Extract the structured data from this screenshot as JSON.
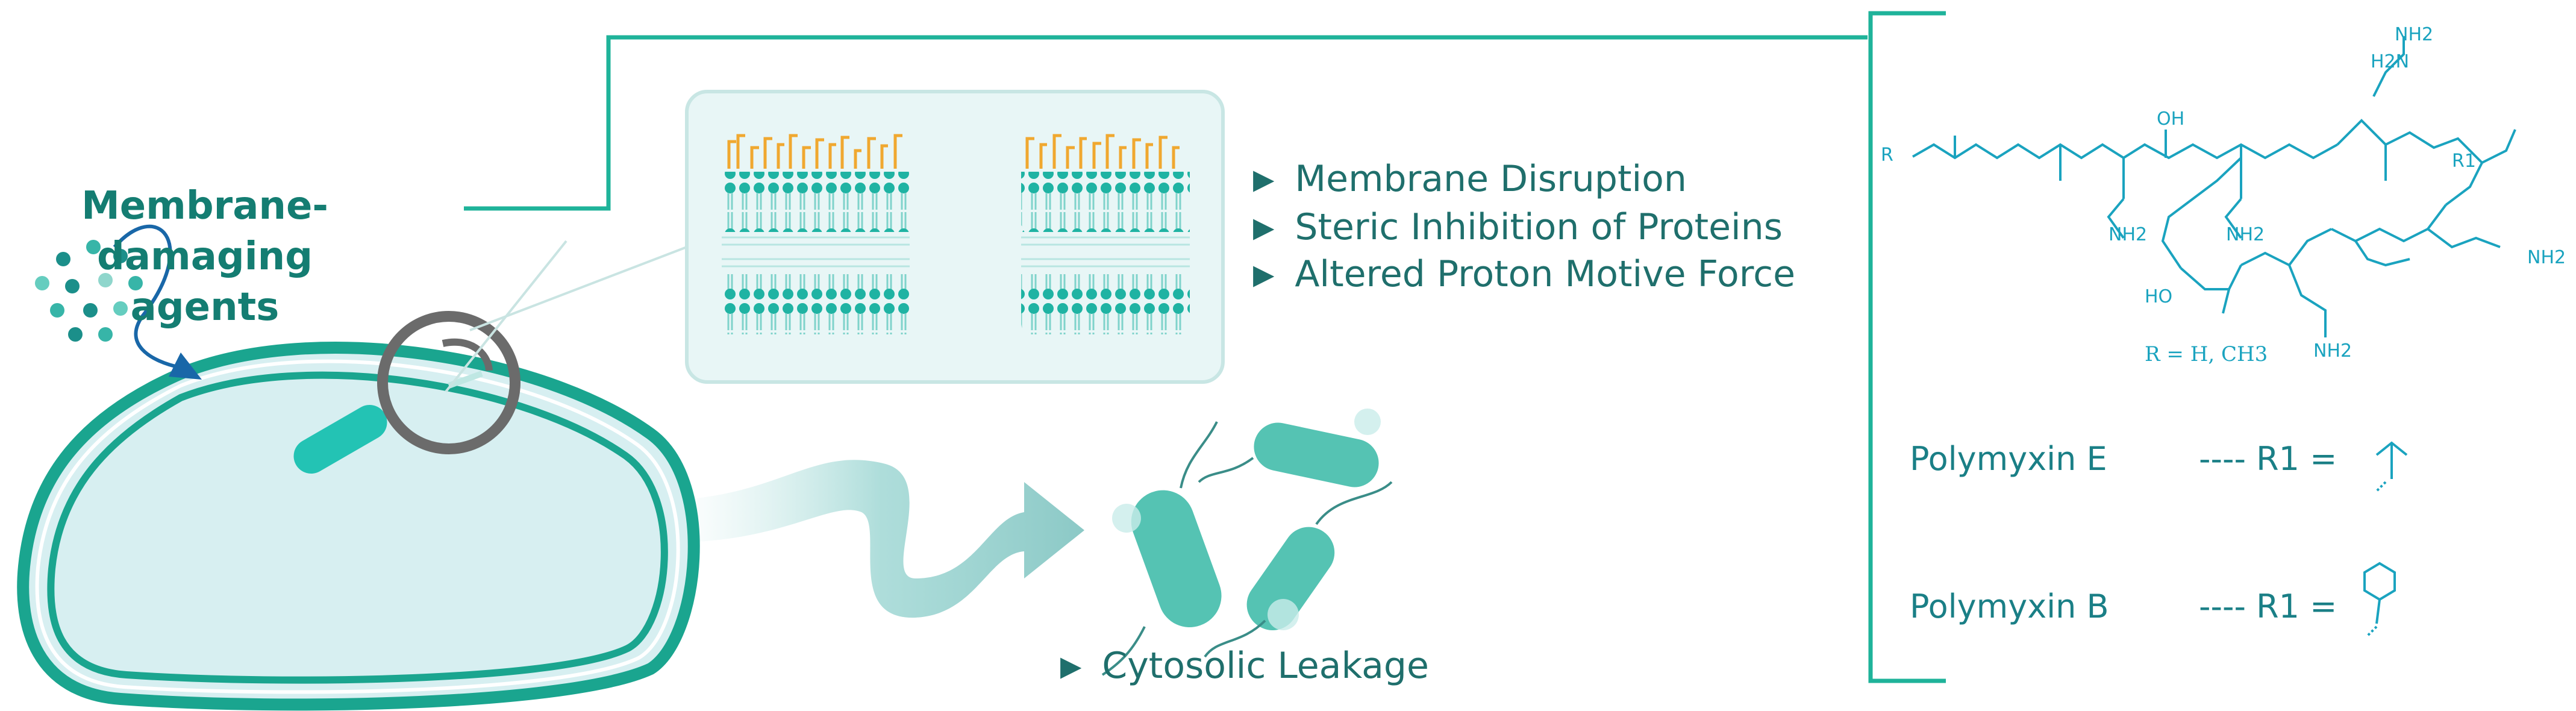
{
  "agents_label": "Membrane-damaging agents",
  "mechanisms": [
    "Membrane Disruption",
    "Steric Inhibition of Proteins",
    "Altered Proton Motive Force"
  ],
  "leakage_label": "Cytosolic Leakage",
  "structure": {
    "r_group_note": "R = H, CH3",
    "atom_labels": [
      "R",
      "H2N",
      "NH2",
      "NH2",
      "NH2",
      "NH2",
      "NH2",
      "OH",
      "HO",
      "R1"
    ]
  },
  "variants": [
    {
      "name": "Polymyxin E",
      "r1": "---- R1 ="
    },
    {
      "name": "Polymyxin B",
      "r1": "---- R1 ="
    }
  ],
  "colors": {
    "teal_dark": "#147d72",
    "teal": "#1fb3a3",
    "cyan_chem": "#1aa3bf",
    "lipid_orange": "#f0a830",
    "lens_gray": "#6b6b6b"
  }
}
